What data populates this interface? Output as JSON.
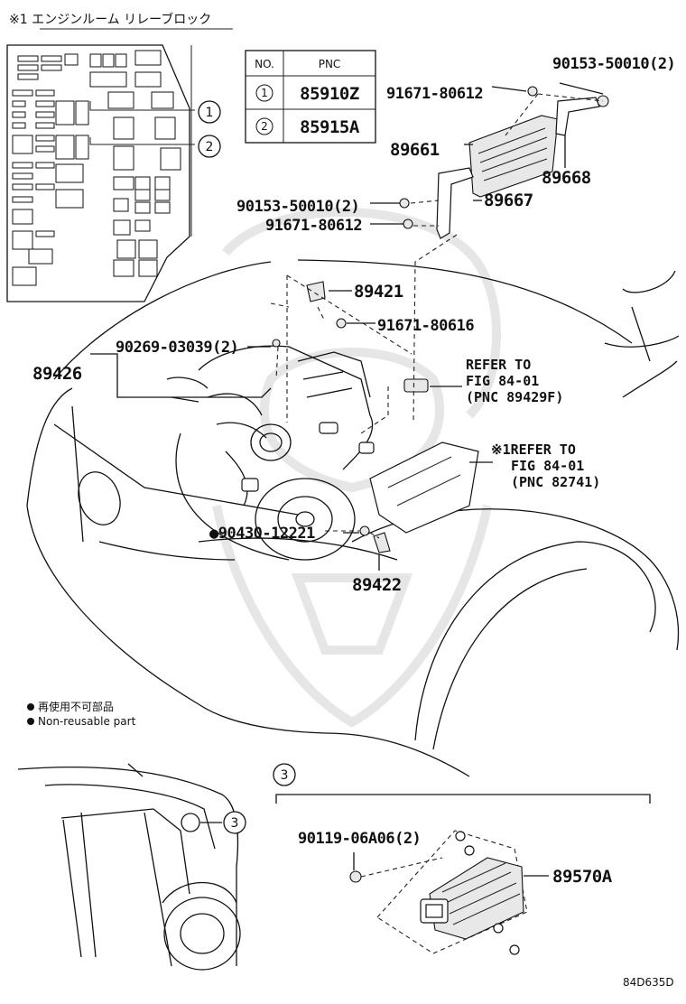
{
  "relay_block": {
    "title": "※1 エンジンルーム リレーブロック",
    "callouts": [
      "1",
      "2"
    ]
  },
  "pnc_table": {
    "headers": [
      "NO.",
      "PNC"
    ],
    "rows": [
      {
        "no": "1",
        "pnc": "85910Z"
      },
      {
        "no": "2",
        "pnc": "85915A"
      }
    ]
  },
  "labels": {
    "p90153_top": "90153-50010(2)",
    "p91671_top": "91671-80612",
    "p89661": "89661",
    "p89668": "89668",
    "p90153_mid": "90153-50010(2)",
    "p89667": "89667",
    "p91671_mid": "91671-80612",
    "p89421": "89421",
    "p91671_80616": "91671-80616",
    "p90269": "90269-03039(2)",
    "p89426": "89426",
    "ref1_line1": "REFER TO",
    "ref1_line2": "FIG 84-01",
    "ref1_line3": "(PNC 89429F)",
    "ref2_line1": "※1REFER TO",
    "ref2_line2": "FIG 84-01",
    "ref2_line3": "(PNC 82741)",
    "p90430": "●90430-12221",
    "p89422": "89422",
    "p90119": "90119-06A06(2)",
    "p89570A": "89570A"
  },
  "legend": {
    "items": [
      "再使用不可部品",
      "Non-reusable part"
    ]
  },
  "callout3": "3",
  "figure_id": "84D635D"
}
